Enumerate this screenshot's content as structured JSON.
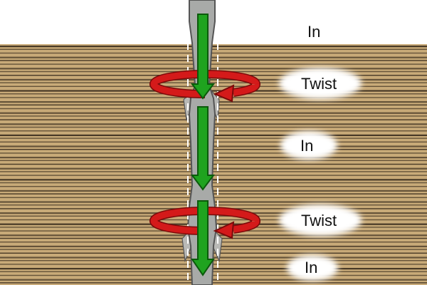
{
  "labels": {
    "step_in_top": "In",
    "step_twist_upper": "Twist",
    "step_in_middle": "In",
    "step_twist_lower": "Twist",
    "step_in_bottom": "In"
  },
  "colors": {
    "wood_light": "#c8aa78",
    "wood_dark": "#3b2e1e",
    "nail": "#a8aaa8",
    "nail_edge": "#555555",
    "arrow_down": "#1fa31f",
    "arrow_rotate": "#d41a1a",
    "label_bg": "#ffffff",
    "label_text": "#111111"
  },
  "icons": {
    "down_arrow": "green-down-arrow-icon",
    "rotate_arrow": "red-rotate-arrow-icon"
  }
}
